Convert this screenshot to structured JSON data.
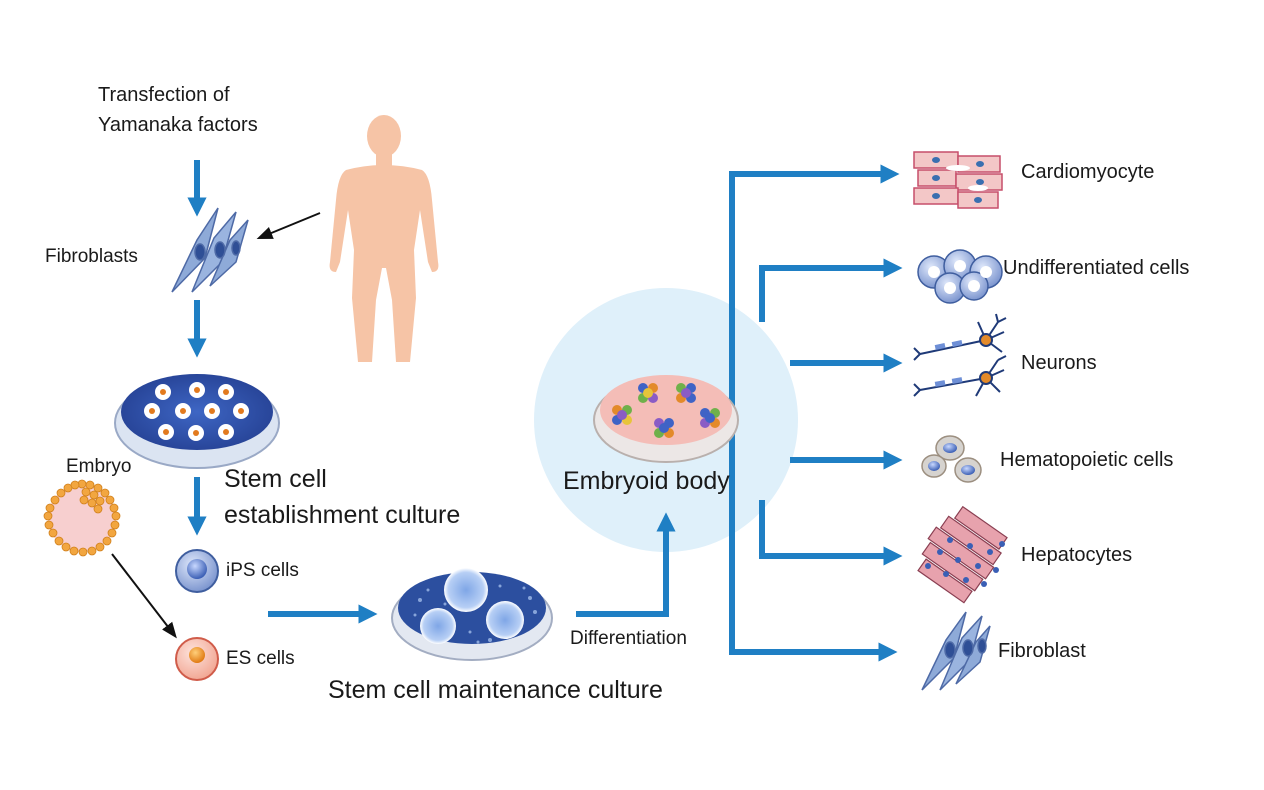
{
  "colors": {
    "flow_arrow": "#1f7fc4",
    "black_arrow": "#111111",
    "skin": "#f6c4a6",
    "embryoid_halo": "#dff0fa",
    "cardio": "#f3c7c7",
    "dish_blue": "#2e57b3"
  },
  "labels": {
    "transfection": [
      "Transfection of",
      "Yamanaka factors"
    ],
    "fibroblasts": "Fibroblasts",
    "embryo": "Embryo",
    "stem_cell_establishment": [
      "Stem cell",
      "establishment culture"
    ],
    "ips_cells": "iPS cells",
    "es_cells": "ES cells",
    "stem_cell_maintenance": "Stem cell maintenance culture",
    "differentiation": "Differentiation",
    "embryoid_body": "Embryoid body"
  },
  "outputs": [
    {
      "label": "Cardiomyocyte",
      "icon": "cardiomyocyte-icon"
    },
    {
      "label": "Undifferentiated cells",
      "icon": "undifferentiated-cells-icon"
    },
    {
      "label": "Neurons",
      "icon": "neuron-icon"
    },
    {
      "label": "Hematopoietic cells",
      "icon": "hematopoietic-cells-icon"
    },
    {
      "label": "Hepatocytes",
      "icon": "hepatocytes-icon"
    },
    {
      "label": "Fibroblast",
      "icon": "fibroblast-icon"
    }
  ]
}
